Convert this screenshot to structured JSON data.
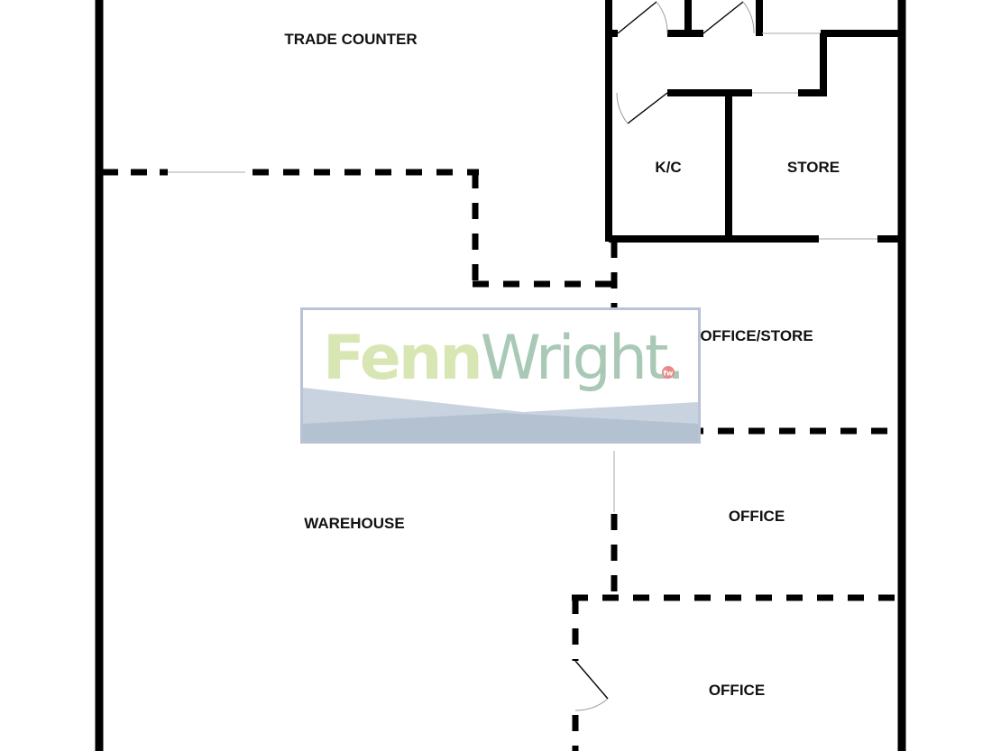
{
  "rooms": {
    "trade_counter": "TRADE COUNTER",
    "kc": "K/C",
    "store": "STORE",
    "office_store": "OFFICE/STORE",
    "warehouse": "WAREHOUSE",
    "office_1": "OFFICE",
    "office_2": "OFFICE"
  },
  "watermark": {
    "brand_part1": "Fenn",
    "brand_part2": "Wright",
    "brand_dot": ".",
    "brand_mark": "fw"
  },
  "colors": {
    "wall": "#000000",
    "brand_fenn": "#d8e6b4",
    "brand_wright": "#a9c9b6",
    "brand_mark": "#e88a8a",
    "watermark_band": "#b3c1d1",
    "watermark_border": "#b8c4d6"
  }
}
